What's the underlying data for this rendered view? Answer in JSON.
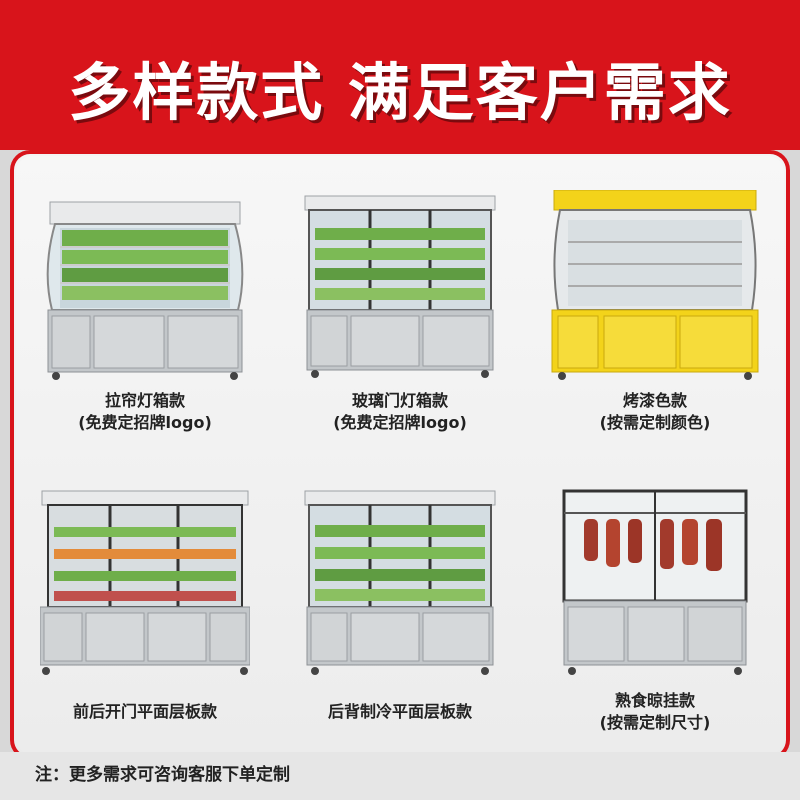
{
  "banner": {
    "title": "多样款式 满足客户需求"
  },
  "products": [
    {
      "name": "拉帘灯箱款",
      "note": "(免费定招牌logo)",
      "style": "curtain"
    },
    {
      "name": "玻璃门灯箱款",
      "note": "(免费定招牌logo)",
      "style": "glass"
    },
    {
      "name": "烤漆色款",
      "note": "(按需定制颜色)",
      "style": "yellow"
    },
    {
      "name": "前后开门平面层板款",
      "note": "",
      "style": "double"
    },
    {
      "name": "后背制冷平面层板款",
      "note": "",
      "style": "glass2"
    },
    {
      "name": "熟食晾挂款",
      "note": "(按需定制尺寸)",
      "style": "hanging"
    }
  ],
  "footer": {
    "note": "注：更多需求可咨询客服下单定制"
  },
  "colors": {
    "brand_red": "#d8141b",
    "steel": "#bfc3c6",
    "yellow": "#f3d31a"
  }
}
